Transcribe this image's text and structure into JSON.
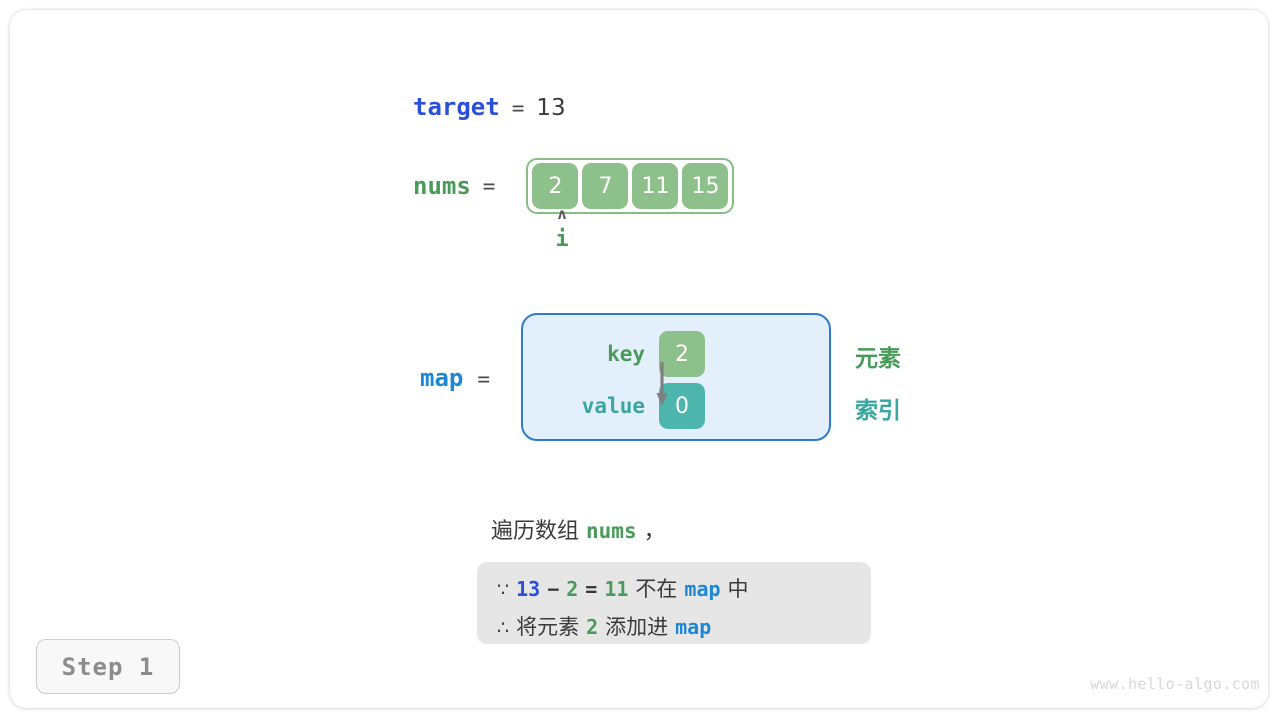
{
  "diagram": {
    "title_step": "Step 1",
    "watermark": "www.hello-algo.com",
    "target": {
      "name": "target",
      "equals": "=",
      "value": "13"
    },
    "nums": {
      "name": "nums",
      "equals": "=",
      "cells": [
        "2",
        "7",
        "11",
        "15"
      ],
      "pointer": {
        "caret": "ʌ",
        "label": "i",
        "index": 0
      }
    },
    "map": {
      "name": "map",
      "equals": "=",
      "key_label": "key",
      "value_label": "value",
      "entries": [
        {
          "key": "2",
          "value": "0"
        }
      ],
      "side_notes": {
        "element": "元素",
        "index": "索引"
      }
    },
    "caption": {
      "prefix": "遍历数组",
      "var": "nums",
      "suffix": "，"
    },
    "reasoning": {
      "line1": {
        "symbol": "∵",
        "a": "13",
        "minus": "−",
        "b": "2",
        "eq": "=",
        "result": "11",
        "text_mid": "不在",
        "map": "map",
        "text_end": "中"
      },
      "line2": {
        "symbol": "∴",
        "text_start": "将元素",
        "elem": "2",
        "text_mid": "添加进",
        "map": "map"
      }
    },
    "colors": {
      "target_var": "#2b4fd8",
      "map_var": "#1d87d4",
      "nums_var": "#4a9b5a",
      "cell_green": "#8dc08a",
      "cell_teal": "#4db6ac",
      "map_box_fill": "#e3effa",
      "map_box_border": "#2c7bd0",
      "reason_box_fill": "#e6e6e6",
      "arrow_gray": "#808080"
    }
  }
}
